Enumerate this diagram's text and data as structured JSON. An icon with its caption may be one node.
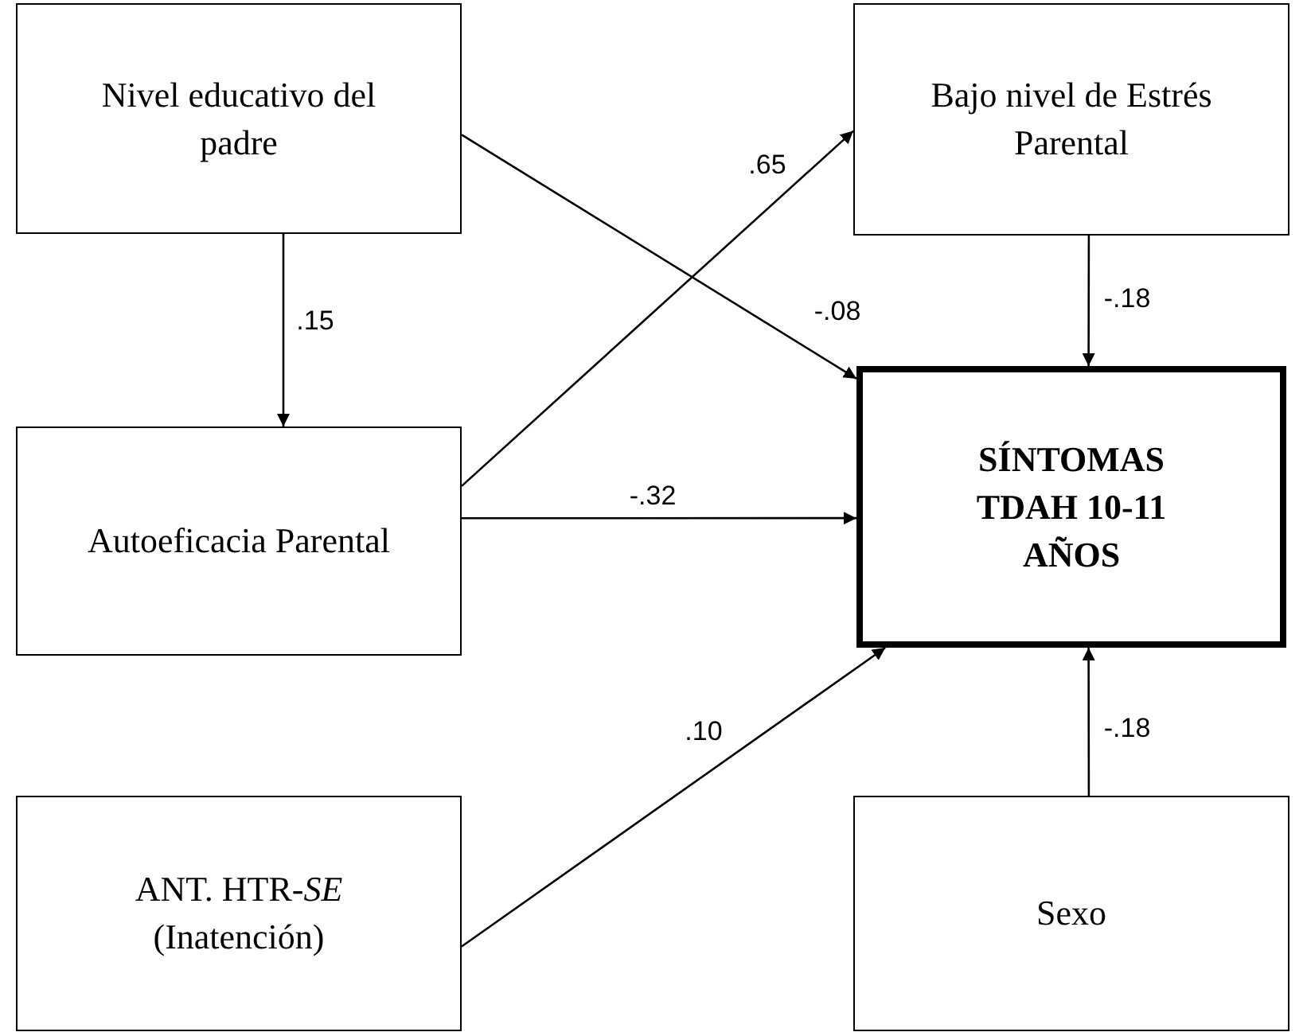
{
  "diagram": {
    "nodes": [
      {
        "text": [
          "Nivel educativo del padre"
        ]
      },
      {
        "text": [
          "Bajo nivel de Estrés Parental"
        ]
      },
      {
        "text": [
          "Autoeficacia Parental"
        ]
      },
      {
        "text": [
          "SÍNTOMAS TDAH 10-11 AÑOS"
        ]
      },
      {
        "text": [
          "ANT. HTR-*SE* (Inatención)"
        ]
      },
      {
        "text": [
          "Sexo"
        ]
      }
    ],
    "edges": [
      {
        "from": 0,
        "to": 2,
        "arrow": "to",
        "label": ".15"
      },
      {
        "from": 2,
        "to": 1,
        "arrow": "to",
        "label": ".65"
      },
      {
        "from": 0,
        "to": 3,
        "arrow": "to",
        "label": "-.08"
      },
      {
        "from": 1,
        "to": 3,
        "arrow": "to",
        "label": "-.18"
      },
      {
        "from": 2,
        "to": 3,
        "arrow": "to",
        "label": "-.32"
      },
      {
        "from": 4,
        "to": 3,
        "arrow": "to",
        "label": ".10"
      },
      {
        "from": 5,
        "to": 3,
        "arrow": "to",
        "label": "-.18"
      }
    ]
  }
}
